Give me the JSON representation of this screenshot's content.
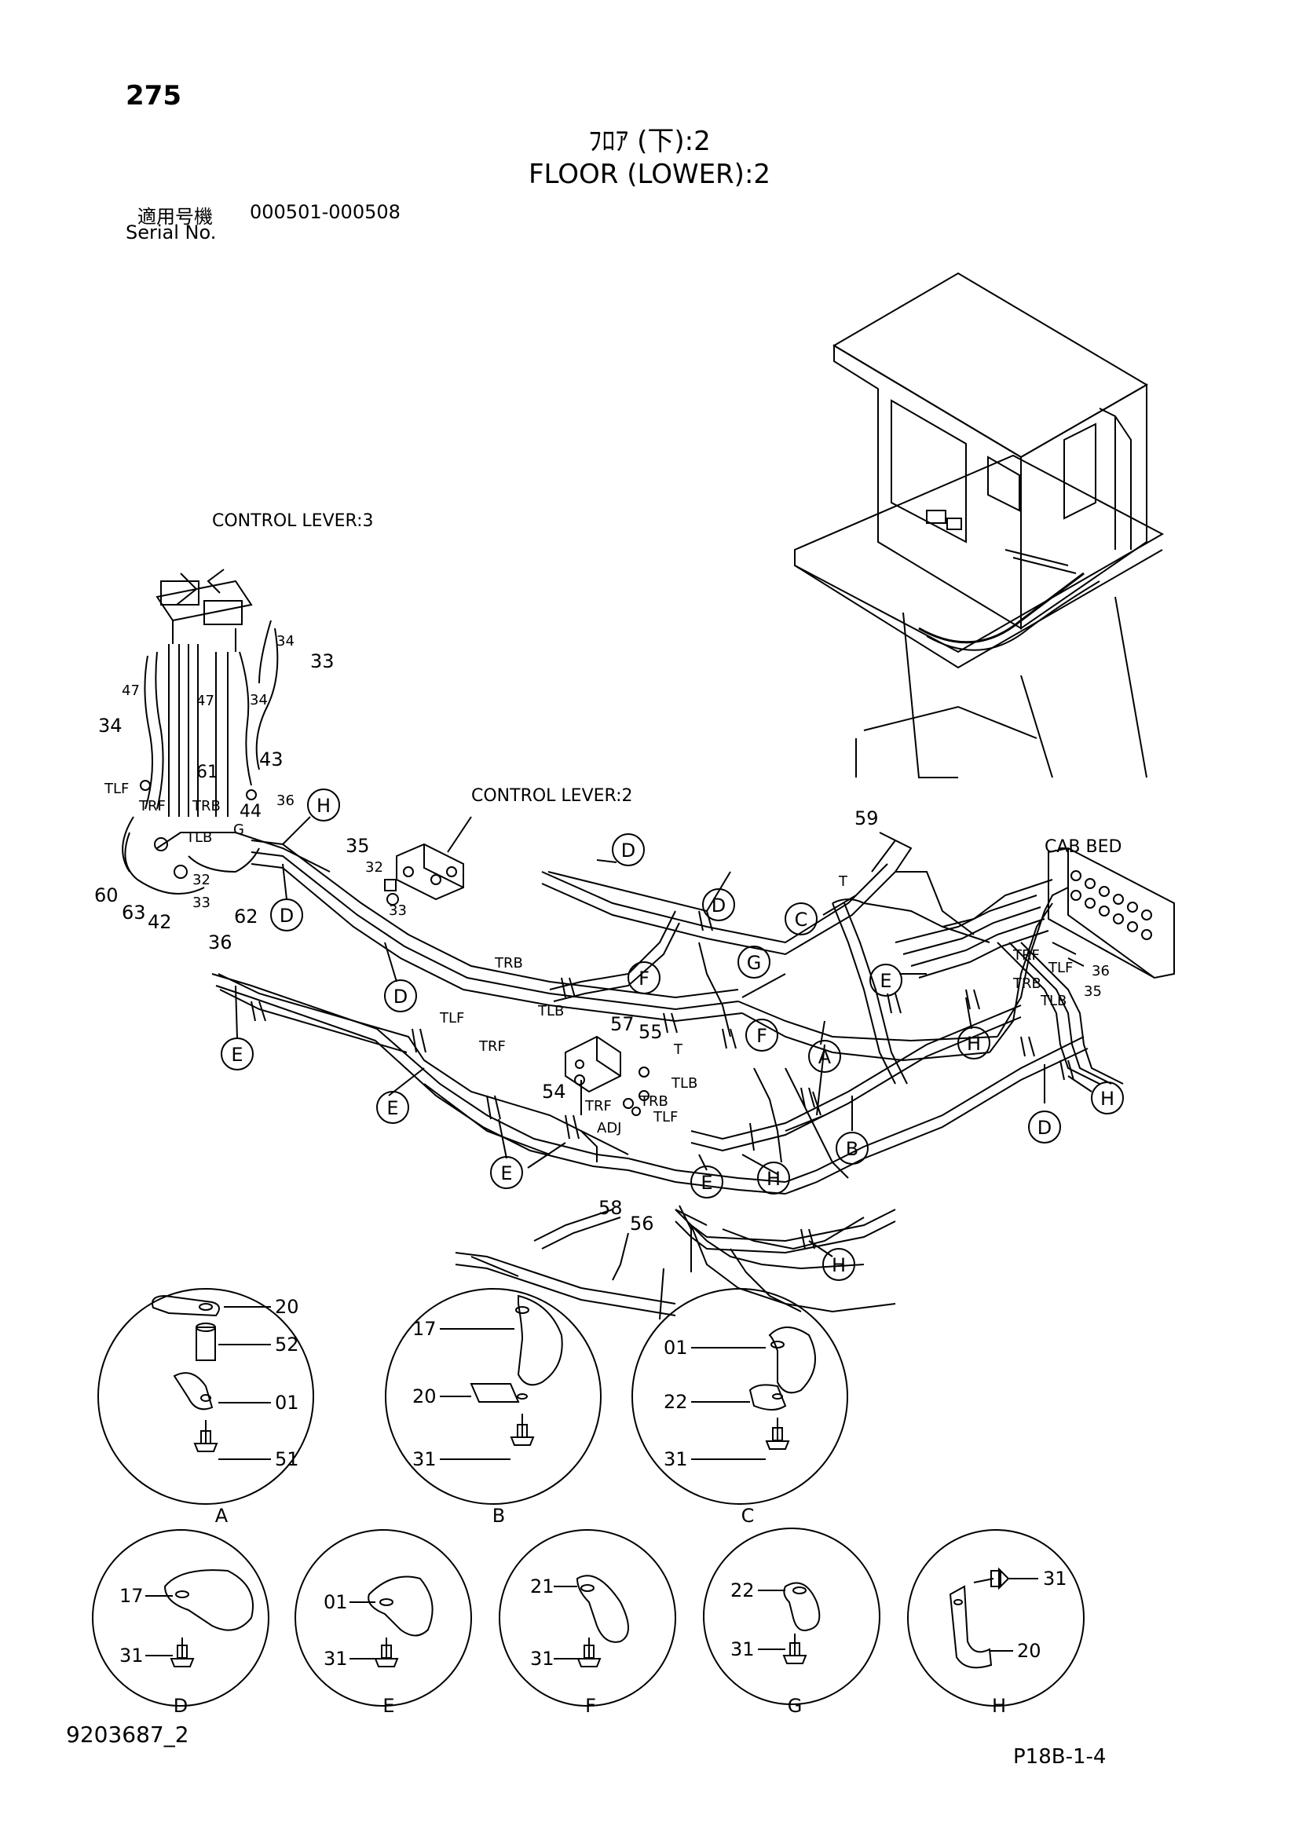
{
  "header": {
    "page_number": "275",
    "title_jp": "ﾌﾛｱ (下):2",
    "title_en": "FLOOR (LOWER):2",
    "serial_label_jp": "適用号機",
    "serial_range": "000501-000508",
    "serial_label_en": "Serial No."
  },
  "labels": {
    "control_lever_3": "CONTROL LEVER:3",
    "control_lever_2": "CONTROL LEVER:2",
    "cab_bed": "CAB BED",
    "TLF": "TLF",
    "TRF": "TRF",
    "TRB": "TRB",
    "TLB": "TLB",
    "ADJ": "ADJ",
    "T": "T",
    "G": "G"
  },
  "part_numbers": {
    "p33": "33",
    "p34": "34",
    "p47": "47",
    "p61": "61",
    "p43": "43",
    "p36": "36",
    "p44": "44",
    "p35": "35",
    "p32": "32",
    "p60": "60",
    "p63": "63",
    "p42": "42",
    "p62": "62",
    "p59": "59",
    "p57": "57",
    "p55": "55",
    "p54": "54",
    "p58": "58",
    "p56": "56"
  },
  "callouts": [
    "A",
    "B",
    "C",
    "D",
    "E",
    "F",
    "G",
    "H"
  ],
  "details": {
    "A": {
      "letter": "A",
      "parts": [
        "20",
        "52",
        "01",
        "51"
      ]
    },
    "B": {
      "letter": "B",
      "parts": [
        "17",
        "20",
        "31"
      ]
    },
    "C": {
      "letter": "C",
      "parts": [
        "01",
        "22",
        "31"
      ]
    },
    "D": {
      "letter": "D",
      "parts": [
        "17",
        "31"
      ]
    },
    "E": {
      "letter": "E",
      "parts": [
        "01",
        "31"
      ]
    },
    "F": {
      "letter": "F",
      "parts": [
        "21",
        "31"
      ]
    },
    "G": {
      "letter": "G",
      "parts": [
        "22",
        "31"
      ]
    },
    "H": {
      "letter": "H",
      "parts": [
        "31",
        "20"
      ]
    }
  },
  "footer": {
    "doc_code": "9203687_2",
    "ref_code": "P18B-1-4"
  }
}
